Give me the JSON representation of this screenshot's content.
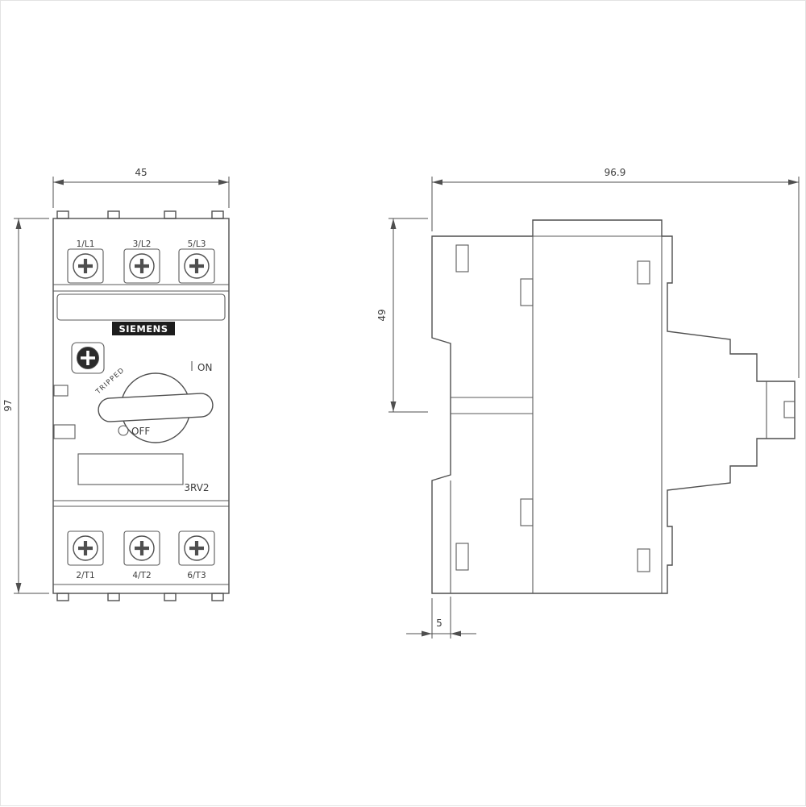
{
  "front_view": {
    "dim_width": "45",
    "dim_height": "97",
    "brand": "SIEMENS",
    "model": "3RV2",
    "state_tripped": "TRIPPED",
    "state_on": "ON",
    "state_off": "OFF",
    "terminals_top": [
      "1/L1",
      "3/L2",
      "5/L3"
    ],
    "terminals_bottom": [
      "2/T1",
      "4/T2",
      "6/T3"
    ]
  },
  "side_view": {
    "dim_depth": "96.9",
    "dim_height": "49",
    "dim_rail_clip": "5"
  }
}
